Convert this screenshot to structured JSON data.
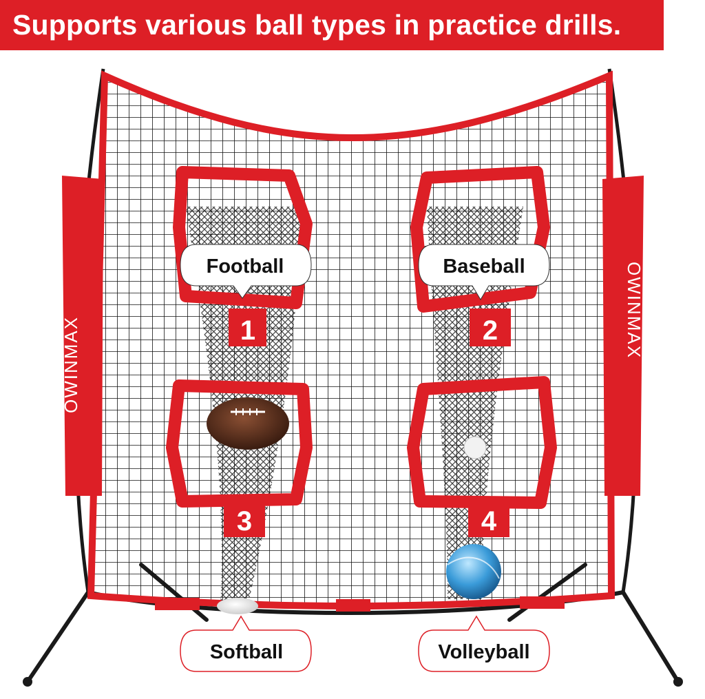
{
  "banner": {
    "text": "Supports various ball types in practice drills."
  },
  "brand": {
    "left": "OWINMAX",
    "right": "OWINMAX"
  },
  "targets": [
    {
      "number": "1",
      "label": "Football"
    },
    {
      "number": "2",
      "label": "Baseball"
    },
    {
      "number": "3",
      "label": ""
    },
    {
      "number": "4",
      "label": ""
    }
  ],
  "bottom_labels": {
    "left": "Softball",
    "right": "Volleyball"
  },
  "colors": {
    "brand_red": "#dd1f26",
    "net": "#111111",
    "frame": "#1a1a1a"
  }
}
